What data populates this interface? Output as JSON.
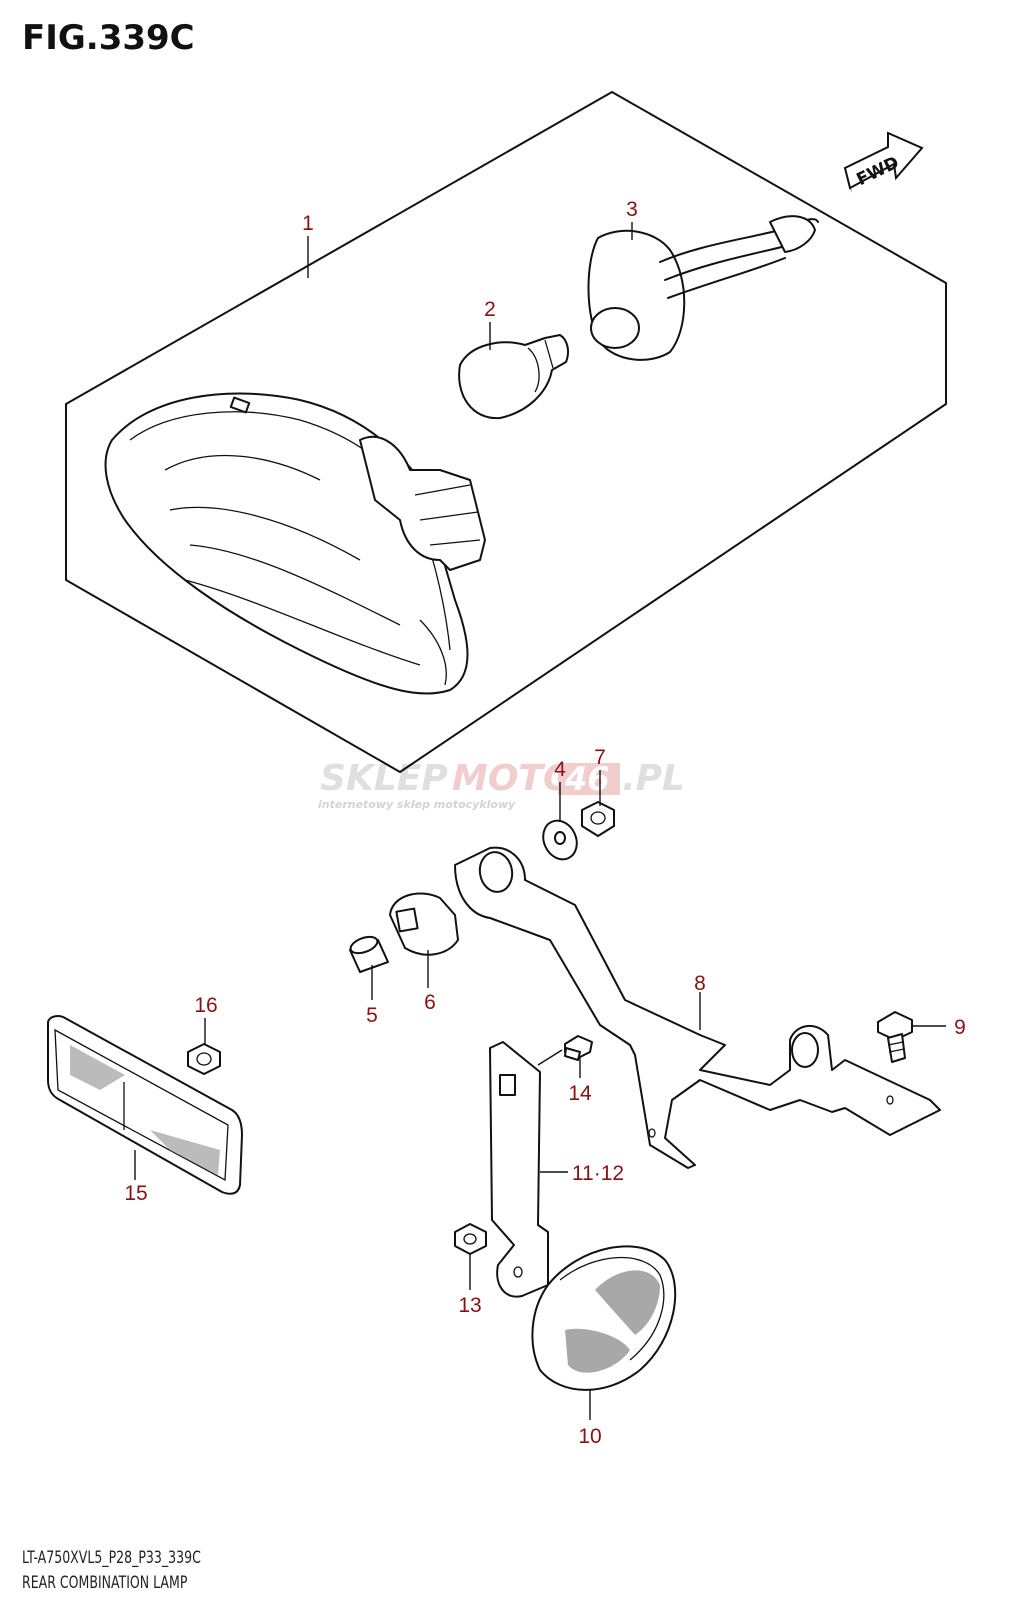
{
  "figure": {
    "title": "FIG.339C",
    "code": "LT-A750XVL5_P28_P33_339C",
    "name": "REAR COMBINATION LAMP"
  },
  "fwd_label": "FWD",
  "watermark": {
    "brand_left": "SKLEP",
    "brand_right": "MOTO",
    "brand_num": "46",
    "brand_tld": ".PL",
    "tagline": "internetowy sklep motocyklowy"
  },
  "callouts": [
    {
      "id": "1",
      "label": "1"
    },
    {
      "id": "2",
      "label": "2"
    },
    {
      "id": "3",
      "label": "3"
    },
    {
      "id": "4",
      "label": "4"
    },
    {
      "id": "5",
      "label": "5"
    },
    {
      "id": "6",
      "label": "6"
    },
    {
      "id": "7",
      "label": "7"
    },
    {
      "id": "8",
      "label": "8"
    },
    {
      "id": "9",
      "label": "9"
    },
    {
      "id": "10",
      "label": "10"
    },
    {
      "id": "11-12",
      "label": "11·12"
    },
    {
      "id": "13",
      "label": "13"
    },
    {
      "id": "14",
      "label": "14"
    },
    {
      "id": "15",
      "label": "15"
    },
    {
      "id": "16",
      "label": "16"
    }
  ],
  "colors": {
    "callout": "#8b1010",
    "line": "#111111",
    "watermark": "#d8d8d8"
  }
}
